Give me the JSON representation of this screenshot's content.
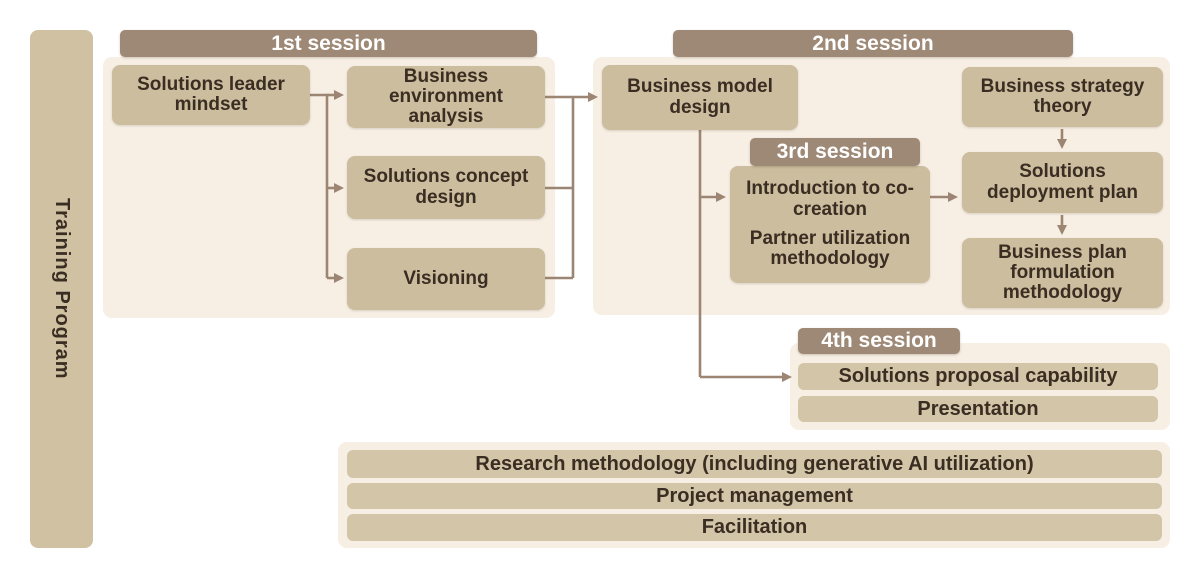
{
  "sidebar": {
    "label": "Training Program"
  },
  "session_headers": {
    "s1": "1st session",
    "s2": "2nd session",
    "s3": "3rd session",
    "s4": "4th session"
  },
  "session1": {
    "boxes": {
      "mindset": "Solutions leader mindset",
      "environment": "Business environment analysis",
      "concept": "Solutions concept design",
      "visioning": "Visioning"
    }
  },
  "session2": {
    "boxes": {
      "model_design": "Business model design",
      "strategy_theory": "Business strategy theory",
      "deployment_plan": "Solutions deployment plan",
      "plan_formulation": "Business plan formulation methodology"
    }
  },
  "session3": {
    "box_lines": {
      "line1": "Introduction to co-creation",
      "line2": "Partner utilization methodology"
    }
  },
  "session4": {
    "bars": {
      "proposal": "Solutions proposal capability",
      "presentation": "Presentation"
    }
  },
  "common_skills": {
    "rows": [
      "Research methodology (including generative AI utilization)",
      "Project management",
      "Facilitation"
    ]
  },
  "colors": {
    "header": "#9e8876",
    "panel": "#f7efe4",
    "box": "#ccbd9f",
    "wide_bar": "#d3c5a8",
    "sidebar_bar": "#d0c1a3",
    "text_dark": "#3a2d22",
    "text_light": "#ffffff",
    "arrow": "#9c8673"
  }
}
